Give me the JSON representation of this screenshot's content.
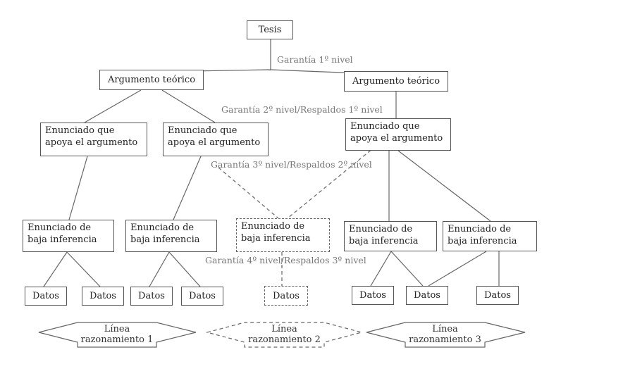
{
  "nodes": {
    "tesis": "Tesis",
    "arg_left": "Argumento teórico",
    "arg_right": "Argumento teórico",
    "enunciado_apoya": "Enunciado que apoya el argumento",
    "enunciado_baja": "Enunciado de baja inferencia",
    "datos": "Datos"
  },
  "labels": {
    "garantia_1": "Garantía 1º nivel",
    "garantia_2": "Garantía 2º nivel/Respaldos 1º nivel",
    "garantia_3": "Garantía 3º nivel/Respaldos 2º nivel",
    "garantia_4": "Garantía 4º nivel/Respaldos 3º nivel"
  },
  "lines_of_reasoning": [
    {
      "line1": "Línea",
      "line2": "razonamiento 1",
      "style": "solid"
    },
    {
      "line1": "Línea",
      "line2": "razonamiento 2",
      "style": "dashed"
    },
    {
      "line1": "Línea",
      "line2": "razonamiento 3",
      "style": "solid"
    }
  ],
  "colors": {
    "border": "#555555",
    "label": "#777777",
    "text": "#222222"
  }
}
